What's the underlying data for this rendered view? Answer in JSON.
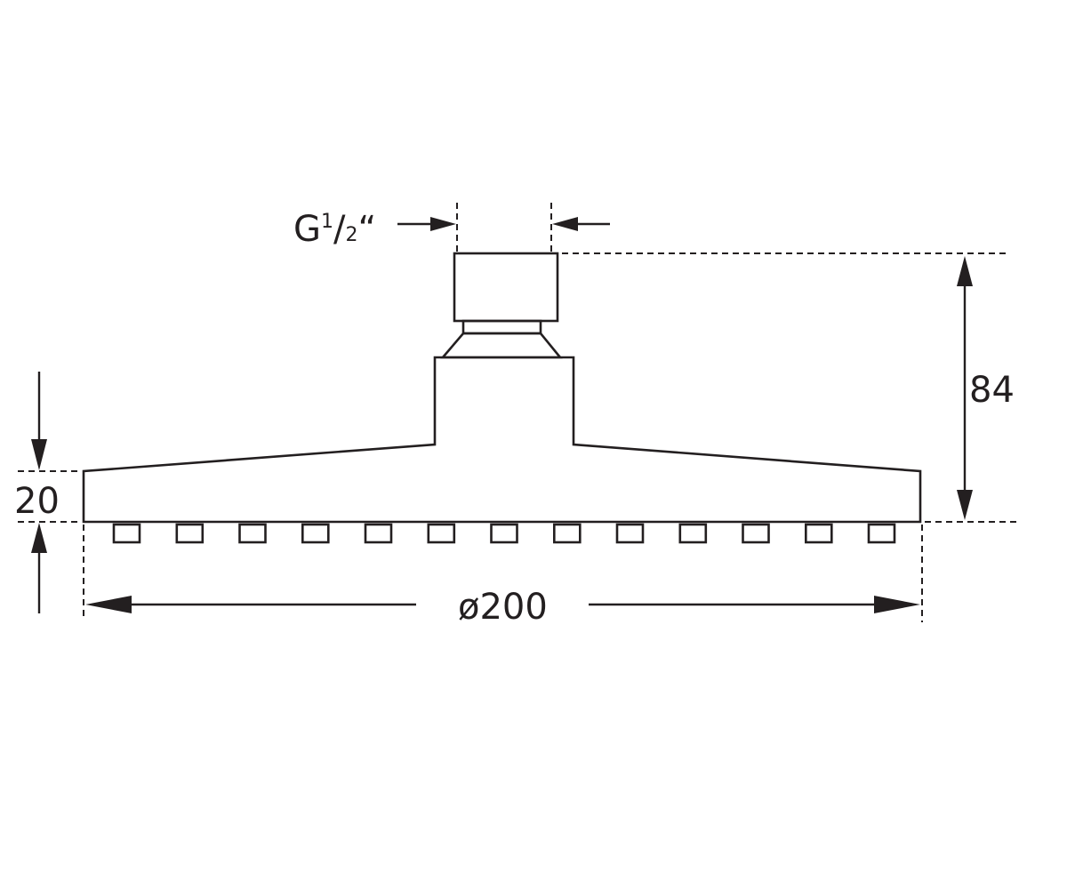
{
  "diagram": {
    "thread_label": {
      "prefix": "G",
      "numerator": "1",
      "slash": "/",
      "denominator": "2",
      "suffix": "“"
    },
    "height_label": "84",
    "thickness_label": "20",
    "diameter_label": "ø200",
    "nozzle_count": 13,
    "line_color": "#231f20"
  }
}
